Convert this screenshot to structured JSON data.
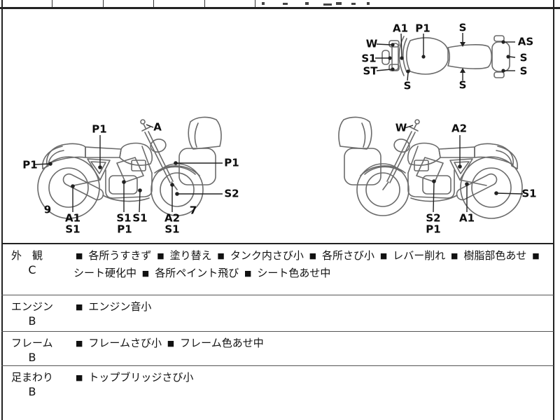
{
  "top_view": {
    "a1": "A1",
    "p1": "P1",
    "s_top": "S",
    "w": "W",
    "s1": "S1",
    "st": "ST",
    "s_bottom_left": "S",
    "s_bottom_mid": "S",
    "as": "AS",
    "s_right_top": "S",
    "s_right_bottom": "S"
  },
  "left_view": {
    "p1_seat": "P1",
    "a_mirror": "A",
    "p1_rear": "P1",
    "p1_front_fender": "P1",
    "s2_front_wheel": "S2",
    "num_rear": "9",
    "num_front": "7",
    "a1_muffler": "A1",
    "s1_muffler": "S1",
    "s1_engine": "S1",
    "p1_engine": "P1",
    "s1_frame": "S1",
    "a2_fork": "A2",
    "s1_fork": "S1"
  },
  "right_view": {
    "w_mirror": "W",
    "a2_frame": "A2",
    "s1_rear_wheel": "S1",
    "s2_engine": "S2",
    "p1_engine": "P1",
    "a1_frame": "A1"
  },
  "inspection": {
    "bullet": "■",
    "rows": [
      {
        "section": "外　観",
        "grade": "C",
        "items": [
          "各所うすきず",
          "塗り替え",
          "タンク内さび小",
          "各所さび小",
          "レバー削れ",
          "樹脂部色あせ",
          "シート硬化中",
          "各所ペイント飛び",
          "シート色あせ中"
        ]
      },
      {
        "section": "エンジン",
        "grade": "B",
        "items": [
          "エンジン音小"
        ]
      },
      {
        "section": "フレーム",
        "grade": "B",
        "items": [
          "フレームさび小",
          "フレーム色あせ中"
        ]
      },
      {
        "section": "足まわり",
        "grade": "B",
        "items": [
          "トップブリッジさび小"
        ]
      }
    ]
  }
}
